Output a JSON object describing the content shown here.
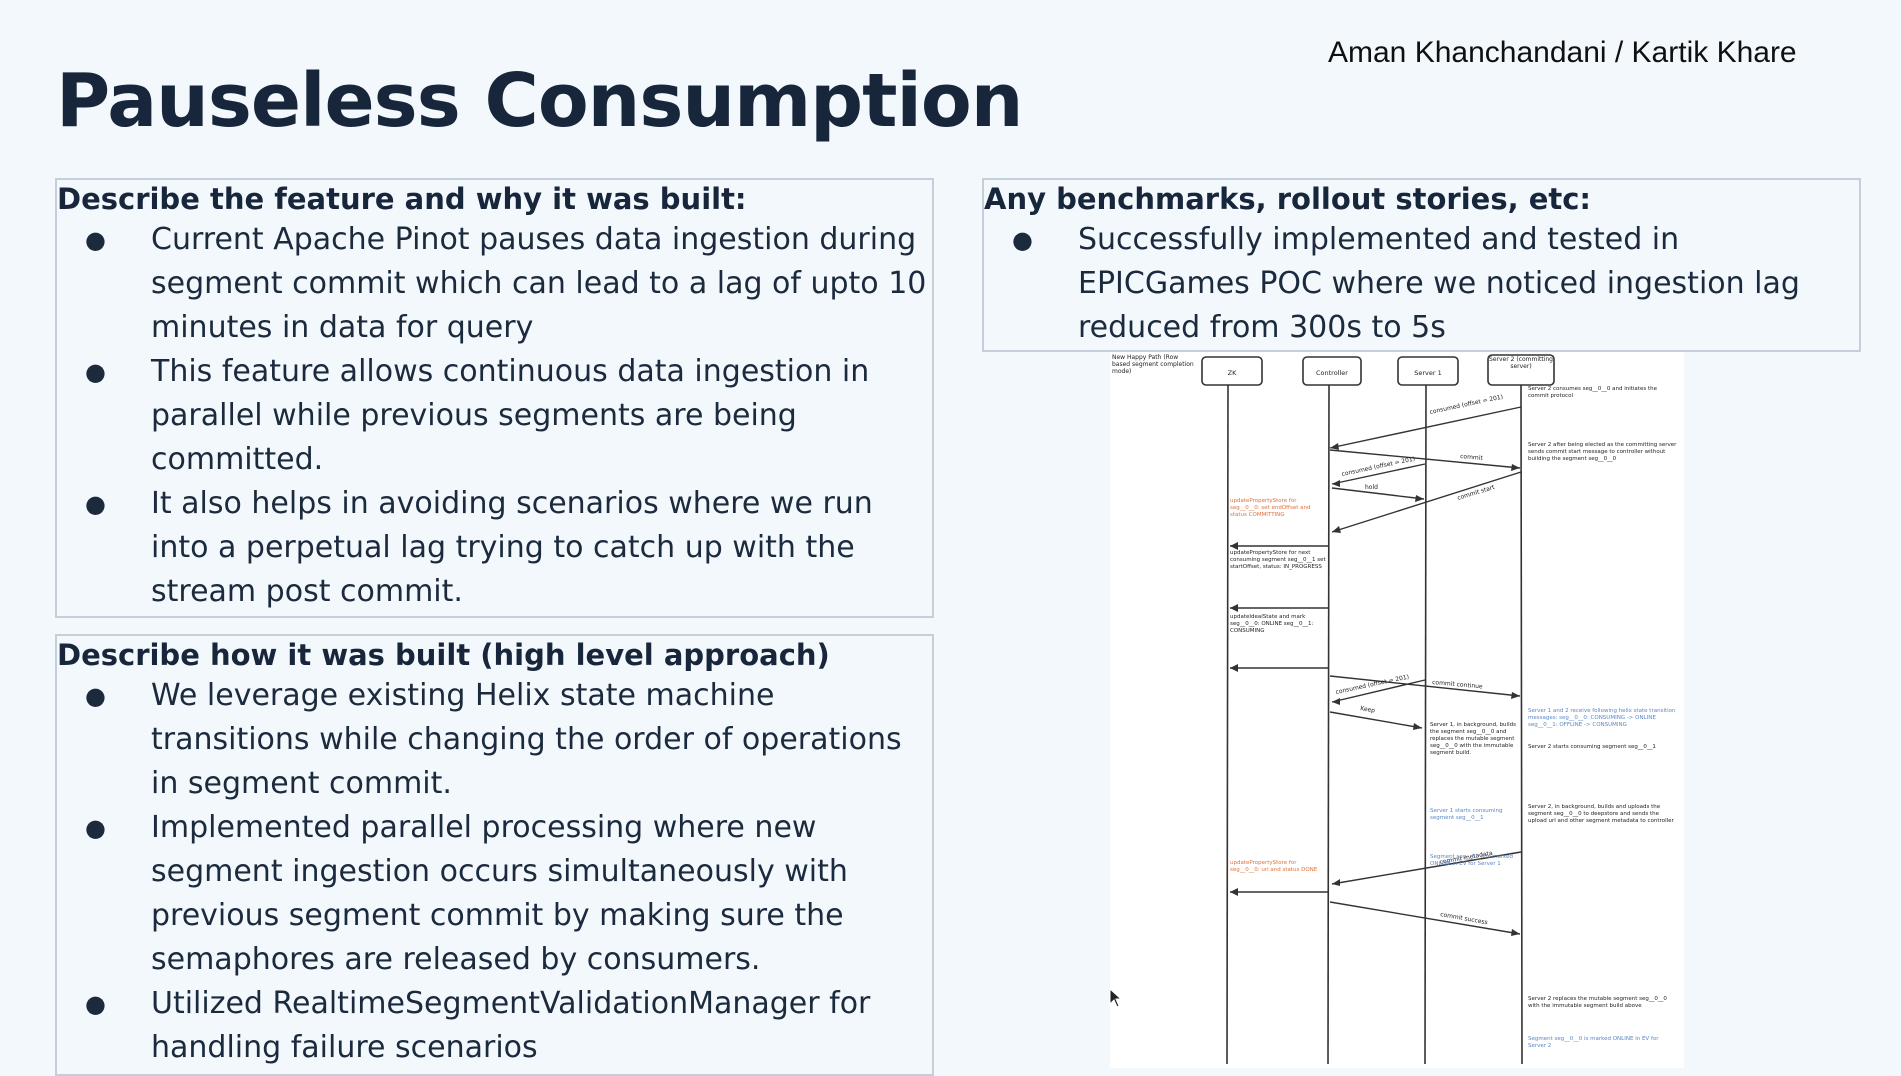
{
  "author": "Aman Khanchandani / Kartik Khare",
  "title": "Pauseless Consumption",
  "sections": {
    "feature": {
      "heading": "Describe the feature and why it was built:",
      "bullets": [
        "Current Apache Pinot pauses data ingestion during segment commit which can lead to a lag of upto 10 minutes in data for query",
        "This feature allows continuous data ingestion in parallel while previous segments are being committed.",
        "It also helps in avoiding scenarios where we run into a perpetual lag trying to catch up with the stream post commit."
      ]
    },
    "approach": {
      "heading": "Describe how it was built (high level approach)",
      "bullets": [
        "We leverage existing Helix state machine transitions while changing the order of operations in segment commit.",
        "Implemented parallel processing where new segment ingestion occurs simultaneously with previous segment commit by making sure the semaphores are released by consumers.",
        "Utilized RealtimeSegmentValidationManager for handling failure scenarios"
      ]
    },
    "benchmarks": {
      "heading": "Any benchmarks, rollout stories, etc:",
      "bullets": [
        "Successfully implemented and tested in EPICGames POC where we noticed ingestion lag reduced from 300s to 5s"
      ]
    }
  },
  "diagram": {
    "corner_note": "New Happy Path (Row based segment completion mode)",
    "participants": [
      "ZK",
      "Controller",
      "Server 1",
      "Server 2 (committing server)"
    ],
    "messages": [
      "consumed (offset = 201)",
      "commit",
      "consumed (offset = 201)",
      "hold",
      "commit start",
      "commit continue",
      "consumed (offset = 201)",
      "Keep",
      "commit metadata",
      "commit success"
    ],
    "notes_black": [
      "Server 2 consumes seg__0__0 and initiates the commit protocol",
      "Server 2 after being elected as the committing server sends commit start message to controller without building the segment seg__0__0",
      "updatePropertyStore for next consuming segment seg__0__1 set startOffset, status: IN_PROGRESS",
      "updateIdealState and mark seg__0__0: ONLINE seg__0__1: CONSUMING",
      "Server 1, in background, builds the segment seg__0__0 and replaces the mutable segment seg__0__0 with the immutable segment build.",
      "Server 2 starts consuming segment seg__0__1",
      "Server 2, in background, builds and uploads the segment seg__0__0 to deepstore and sends the upload url and other segment metadata to controller",
      "Server 2 replaces the mutable segment seg__0__0 with the immutable segment build above"
    ],
    "notes_orange": [
      "updatePropertyStore for seg__0__0: set endOffset and status COMMITTING",
      "updatePropertyStore for seg__0__0: url and status DONE"
    ],
    "notes_blue": [
      "Server 1 and 2 receive following helix state transition messages: seg__0__0: CONSUMING -> ONLINE seg__0__1: OFFLINE -> CONSUMING",
      "Server 1 starts consuming segment seg__0__1",
      "Segment seg__0__0 is marked ONLINE in EV for Server 1",
      "Segment seg__0__0 is marked ONLINE in EV for Server 2"
    ]
  },
  "colors": {
    "background": "#f3f8fd",
    "title": "#17263b",
    "border": "#c4cfdb",
    "note_orange": "#e0703a",
    "note_blue": "#5b86c6"
  }
}
